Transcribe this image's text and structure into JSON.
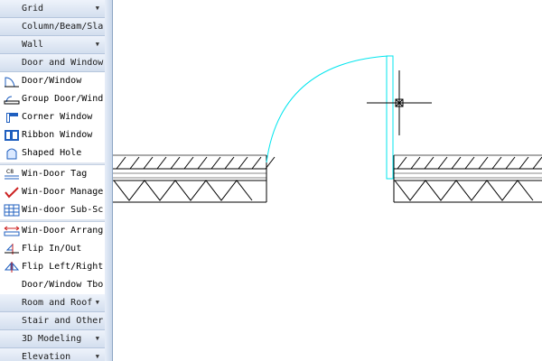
{
  "sidebar": {
    "categories_top": [
      {
        "label": "Grid",
        "arrow": true
      },
      {
        "label": "Column/Beam/Sla",
        "arrow": false
      },
      {
        "label": "Wall",
        "arrow": true
      },
      {
        "label": "Door and Window",
        "arrow": false
      }
    ],
    "items_a": [
      {
        "label": "Door/Window",
        "icon": "door-window-icon"
      },
      {
        "label": "Group Door/Wind",
        "icon": "group-door-window-icon"
      },
      {
        "label": "Corner Window",
        "icon": "corner-window-icon"
      },
      {
        "label": "Ribbon Window",
        "icon": "ribbon-window-icon"
      },
      {
        "label": "Shaped Hole",
        "icon": "shaped-hole-icon"
      }
    ],
    "items_b": [
      {
        "label": "Win-Door Tag",
        "icon": "win-door-tag-icon"
      },
      {
        "label": "Win-Door Manage",
        "icon": "win-door-manage-icon"
      },
      {
        "label": "Win-door Sub-Sc",
        "icon": "win-door-subscreen-icon"
      }
    ],
    "items_c": [
      {
        "label": "Win-Door Arrang",
        "icon": "win-door-arrange-icon"
      },
      {
        "label": "Flip In/Out",
        "icon": "flip-in-out-icon"
      },
      {
        "label": "Flip Left/Right",
        "icon": "flip-left-right-icon"
      },
      {
        "label": "Door/Window Tbo",
        "icon": ""
      }
    ],
    "categories_bottom": [
      {
        "label": "Room and Roof",
        "arrow": true
      },
      {
        "label": "Stair and Other",
        "arrow": false
      },
      {
        "label": "3D Modeling",
        "arrow": true
      },
      {
        "label": "Elevation",
        "arrow": true
      }
    ]
  },
  "colors": {
    "door_arc": "#00e5ee",
    "wall_line": "#000000",
    "accent_blue": "#1f5fbf",
    "accent_red": "#cc2222"
  }
}
